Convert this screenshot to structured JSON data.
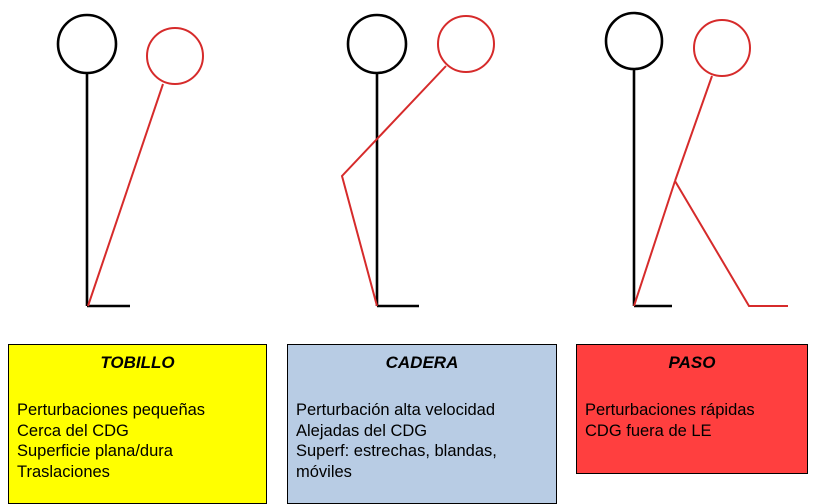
{
  "colors": {
    "reference_stroke": "#000000",
    "moved_stroke": "#d62b2b"
  },
  "strategies": [
    {
      "id": "tobillo",
      "title": "TOBILLO",
      "background": "#ffff00",
      "lines": [
        "Perturbaciones pequeñas",
        "Cerca del CDG",
        "Superficie plana/dura",
        "Traslaciones"
      ]
    },
    {
      "id": "cadera",
      "title": "CADERA",
      "background": "#b8cce4",
      "lines": [
        "Perturbación alta velocidad",
        "Alejadas del CDG",
        "Superf: estrechas, blandas,",
        "móviles"
      ]
    },
    {
      "id": "paso",
      "title": "PASO",
      "background": "#ff3f3f",
      "lines": [
        "Perturbaciones rápidas",
        "CDG fuera de LE"
      ]
    }
  ]
}
